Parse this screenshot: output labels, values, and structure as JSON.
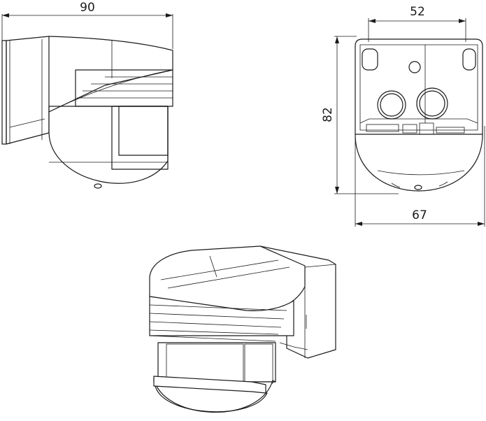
{
  "dimensions": {
    "side_width": "90",
    "back_width": "52",
    "back_height": "82",
    "base_width": "67"
  }
}
